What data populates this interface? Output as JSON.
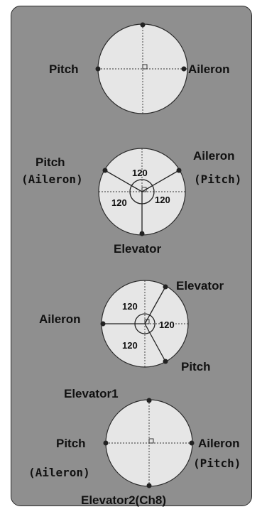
{
  "diagram1": {
    "left_label": "Pitch",
    "right_label": "Aileron"
  },
  "diagram2": {
    "left_label_line1": "Pitch",
    "left_label_line2": "(Aileron)",
    "right_label_line1": "Aileron",
    "right_label_line2": "(Pitch)",
    "bottom_label": "Elevator",
    "angle_top": "120",
    "angle_left": "120",
    "angle_right": "120"
  },
  "diagram3": {
    "left_label": "Aileron",
    "top_label": "Elevator",
    "bottom_label": "Pitch",
    "angle_top": "120",
    "angle_right": "120",
    "angle_bottom": "120"
  },
  "diagram4": {
    "top_label": "Elevator1",
    "left_label": "Pitch",
    "left_sub_label": "(Aileron)",
    "right_label_line1": "Aileron",
    "right_label_line2": "(Pitch)",
    "bottom_label": "Elevator2(Ch8)"
  }
}
